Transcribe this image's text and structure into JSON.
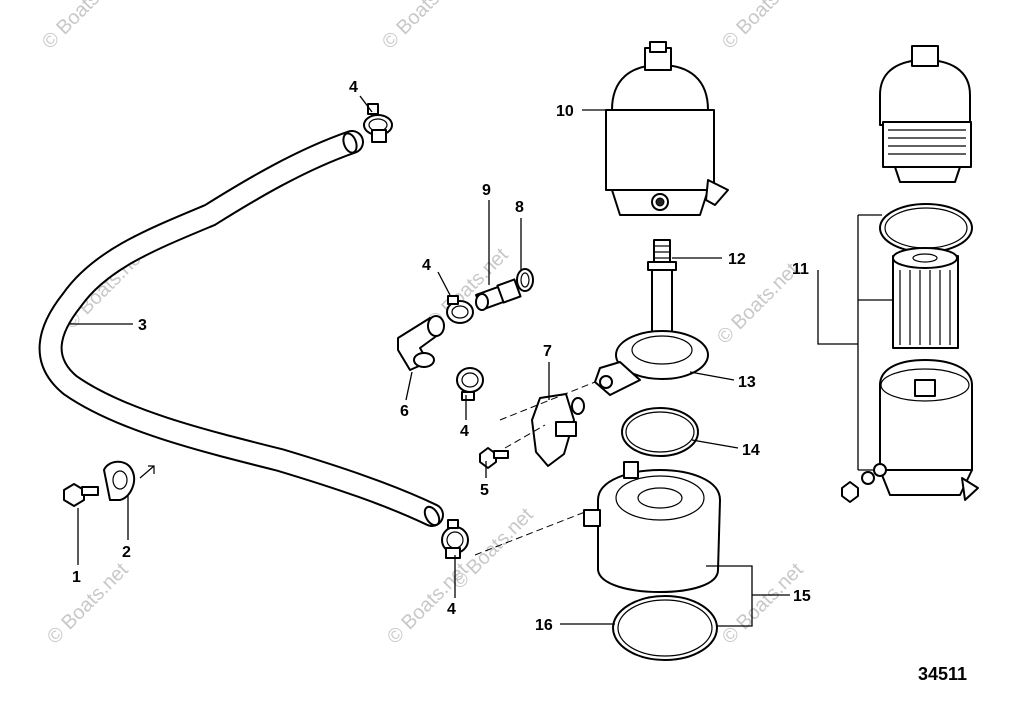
{
  "watermark": {
    "text": "© Boats.net"
  },
  "diagram_number": "34511",
  "callouts": [
    {
      "id": "1",
      "label": "1"
    },
    {
      "id": "2",
      "label": "2"
    },
    {
      "id": "3",
      "label": "3"
    },
    {
      "id": "4",
      "label": "4"
    },
    {
      "id": "5",
      "label": "5"
    },
    {
      "id": "6",
      "label": "6"
    },
    {
      "id": "7",
      "label": "7"
    },
    {
      "id": "8",
      "label": "8"
    },
    {
      "id": "9",
      "label": "9"
    },
    {
      "id": "10",
      "label": "10"
    },
    {
      "id": "11",
      "label": "11"
    },
    {
      "id": "12",
      "label": "12"
    },
    {
      "id": "13",
      "label": "13"
    },
    {
      "id": "14",
      "label": "14"
    },
    {
      "id": "15",
      "label": "15"
    },
    {
      "id": "16",
      "label": "16"
    }
  ]
}
